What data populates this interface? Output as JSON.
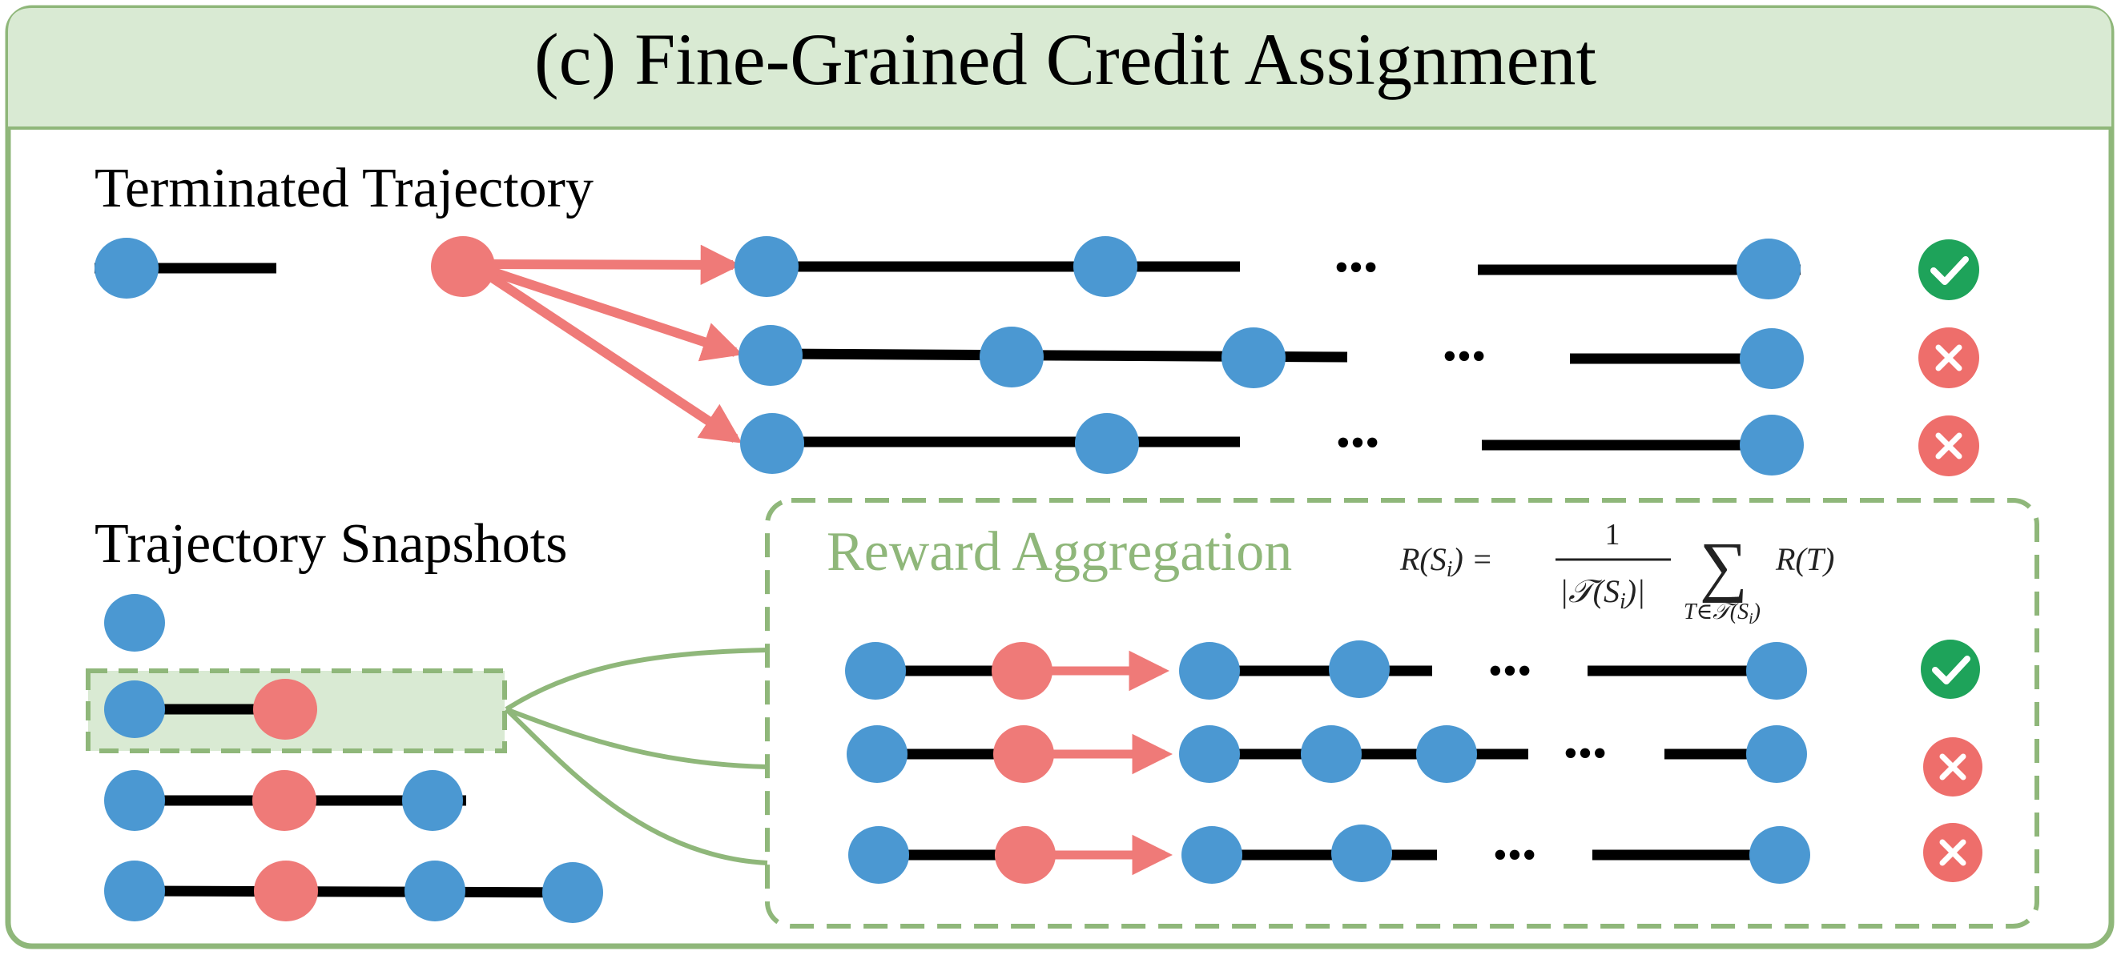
{
  "colors": {
    "frame_border": "#8fb77a",
    "header_fill": "#d9ead3",
    "node_blue": "#4b98d2",
    "node_red": "#ef7a78",
    "edge_black": "#000000",
    "reward_text": "#8fb77a",
    "success_green": "#1ea35a",
    "fail_red": "#ee6e6b"
  },
  "header": {
    "title": "(c) Fine-Grained Credit Assignment"
  },
  "terminated": {
    "label": "Terminated Trajectory",
    "ellipsis": "•••",
    "outcomes": [
      "success",
      "fail",
      "fail"
    ]
  },
  "snapshots": {
    "label": "Trajectory Snapshots"
  },
  "aggregation": {
    "label": "Reward Aggregation",
    "formula": {
      "lhs": "R(S",
      "lhs_sub": "i",
      "lhs_close": ") =",
      "numerator": "1",
      "denominator": "|𝒯(S",
      "denominator_sub": "i",
      "denominator_close": ")|",
      "sum_symbol": "∑",
      "sum_index": "T∈𝒯(S",
      "sum_index_sub": "i",
      "sum_index_close": ")",
      "rhs": "R(T)"
    },
    "ellipsis": "•••",
    "outcomes": [
      "success",
      "fail",
      "fail"
    ]
  }
}
